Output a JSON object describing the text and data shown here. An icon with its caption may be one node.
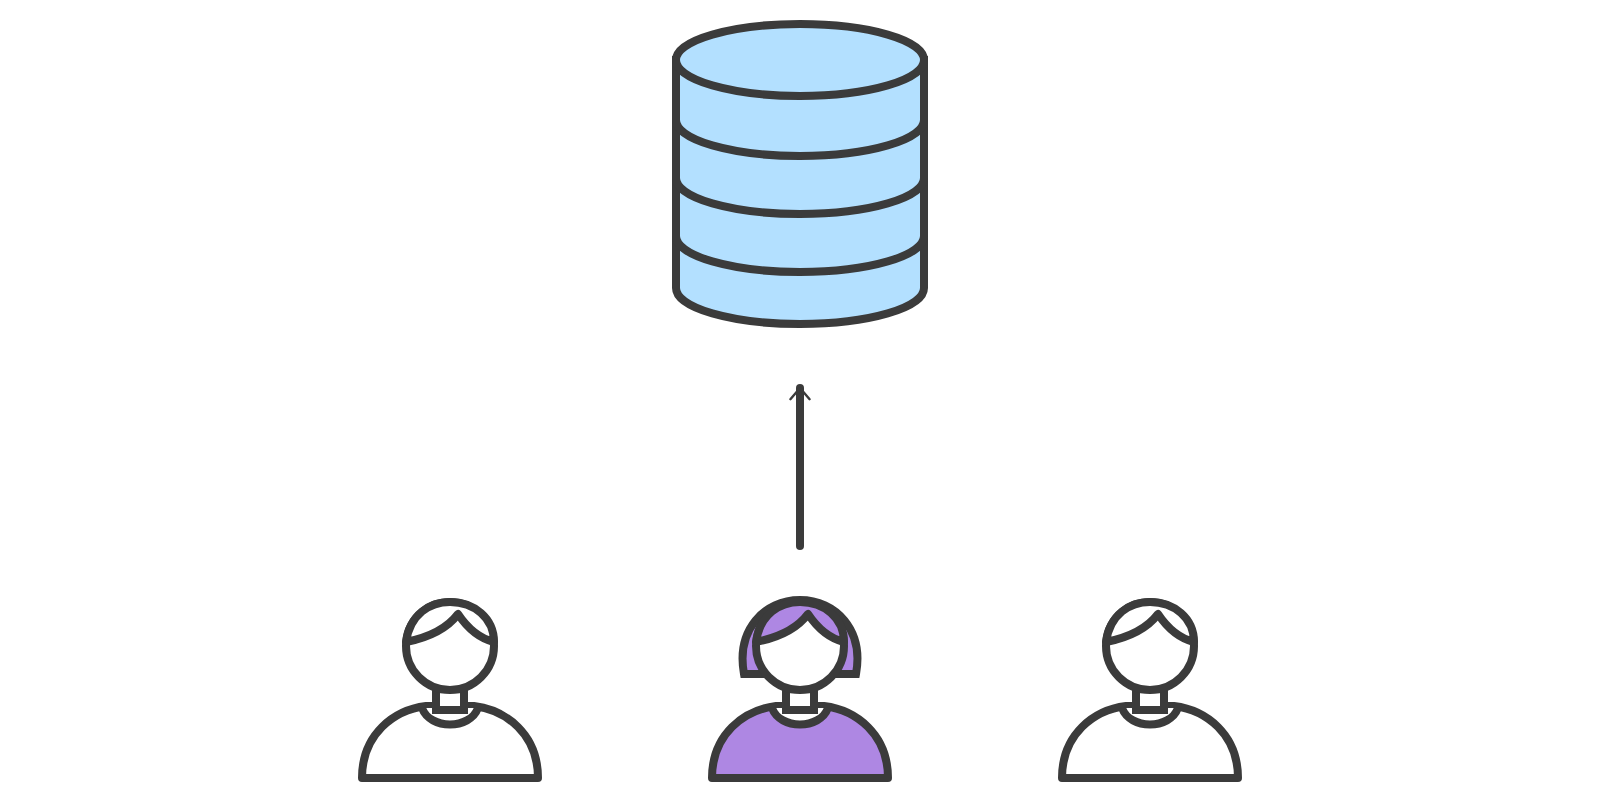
{
  "diagram": {
    "nodes": [
      {
        "text": [],
        "shape": "cylinder"
      },
      {
        "text": [],
        "shape": "person"
      },
      {
        "text": [],
        "shape": "person"
      },
      {
        "text": [],
        "shape": "person"
      }
    ],
    "edges": [
      {
        "from": 2,
        "to": 0,
        "arrow": "to"
      }
    ]
  }
}
